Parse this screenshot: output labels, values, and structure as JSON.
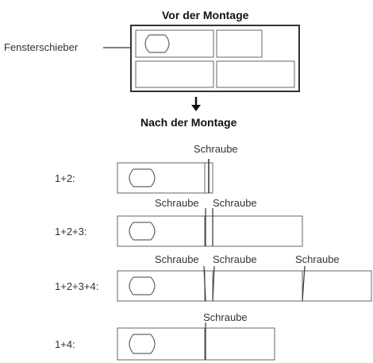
{
  "before_title": "Vor der Montage",
  "after_title": "Nach der Montage",
  "window_slider_label": "Fensterschieber",
  "screw_label": "Schraube",
  "rows": [
    {
      "label": "1+2:"
    },
    {
      "label": "1+2+3:"
    },
    {
      "label": "1+2+3+4:"
    },
    {
      "label": "1+4:"
    }
  ],
  "colors": {
    "stroke": "#333333",
    "panel_stroke": "#666666",
    "text": "#333333"
  }
}
